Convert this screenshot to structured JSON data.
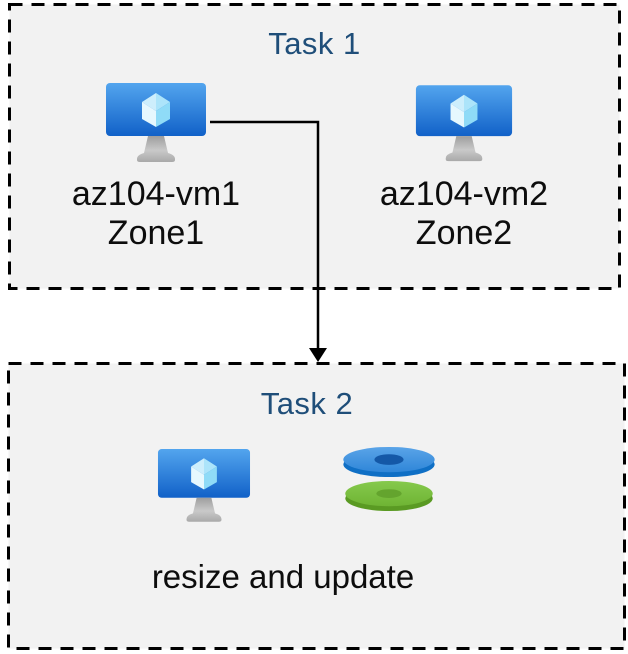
{
  "task1": {
    "title": "Task 1",
    "vms": [
      {
        "name": "az104-vm1",
        "zone": "Zone1"
      },
      {
        "name": "az104-vm2",
        "zone": "Zone2"
      }
    ]
  },
  "task2": {
    "title": "Task 2",
    "caption": "resize and update"
  },
  "icons": {
    "vm": "vm-icon",
    "disks": "disks-icon",
    "arrow": "arrow-down-connector"
  },
  "colors": {
    "box_background": "#f2f2f2",
    "box_border": "#000000",
    "title_text": "#1f4e79",
    "label_text": "#0d0d0d",
    "arrow": "#000000",
    "vm_screen_top": "#4aa0ec",
    "vm_screen_bottom": "#1161c8",
    "disk_top_blue": "#3d8fdd",
    "disk_rim_blue": "#0f6fc5",
    "disk_hole_blue": "#1458a7",
    "disk_top_green": "#7abf41",
    "disk_rim_green": "#5a9a23",
    "disk_hole_green": "#64a42e"
  }
}
